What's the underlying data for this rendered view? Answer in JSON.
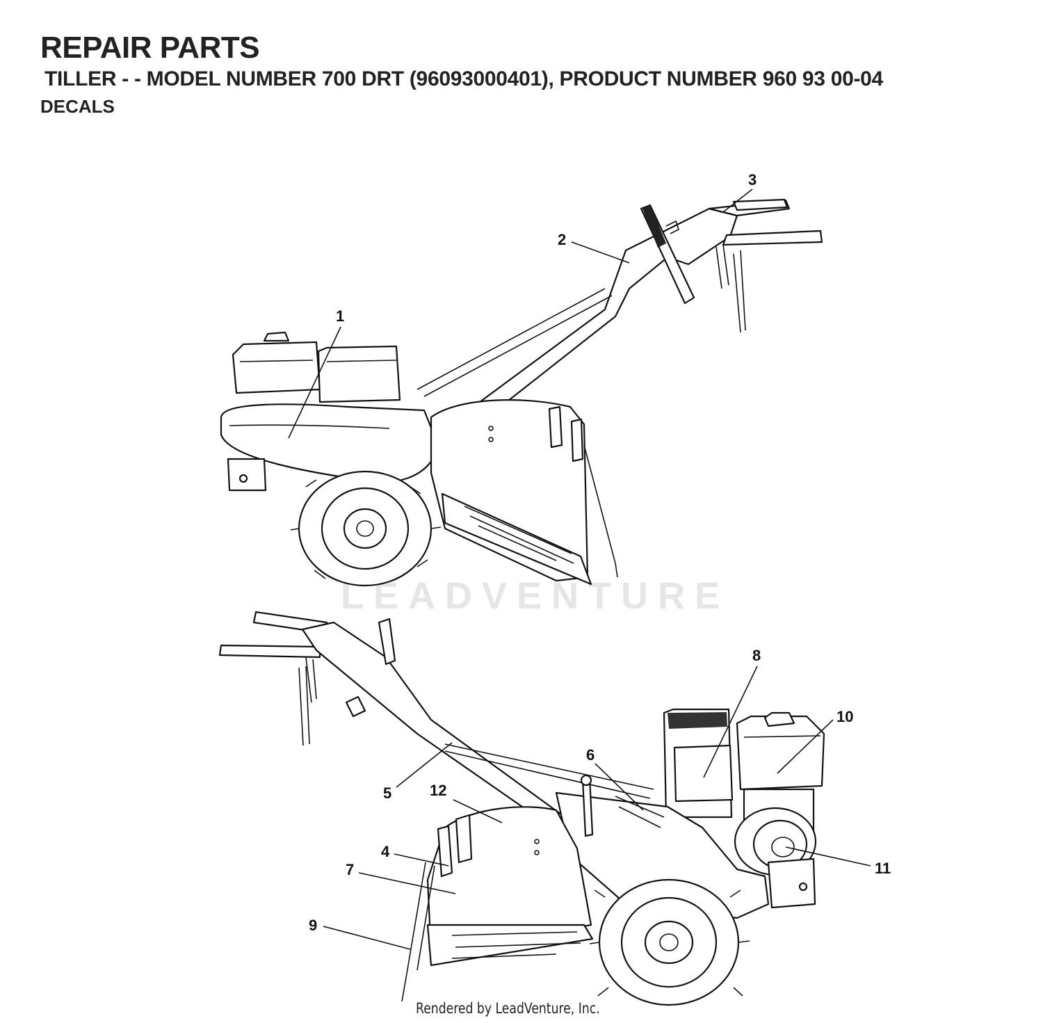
{
  "header": {
    "title": "REPAIR PARTS",
    "subtitle": "TILLER - - MODEL NUMBER 700 DRT (96093000401), PRODUCT NUMBER 960 93 00-04",
    "section": "DECALS"
  },
  "watermark": "LEADVENTURE",
  "footer": "Rendered by LeadVenture, Inc.",
  "callouts": {
    "c1": "1",
    "c2": "2",
    "c3": "3",
    "c4": "4",
    "c5": "5",
    "c6": "6",
    "c7": "7",
    "c8": "8",
    "c9": "9",
    "c10": "10",
    "c11": "11",
    "c12": "12"
  }
}
